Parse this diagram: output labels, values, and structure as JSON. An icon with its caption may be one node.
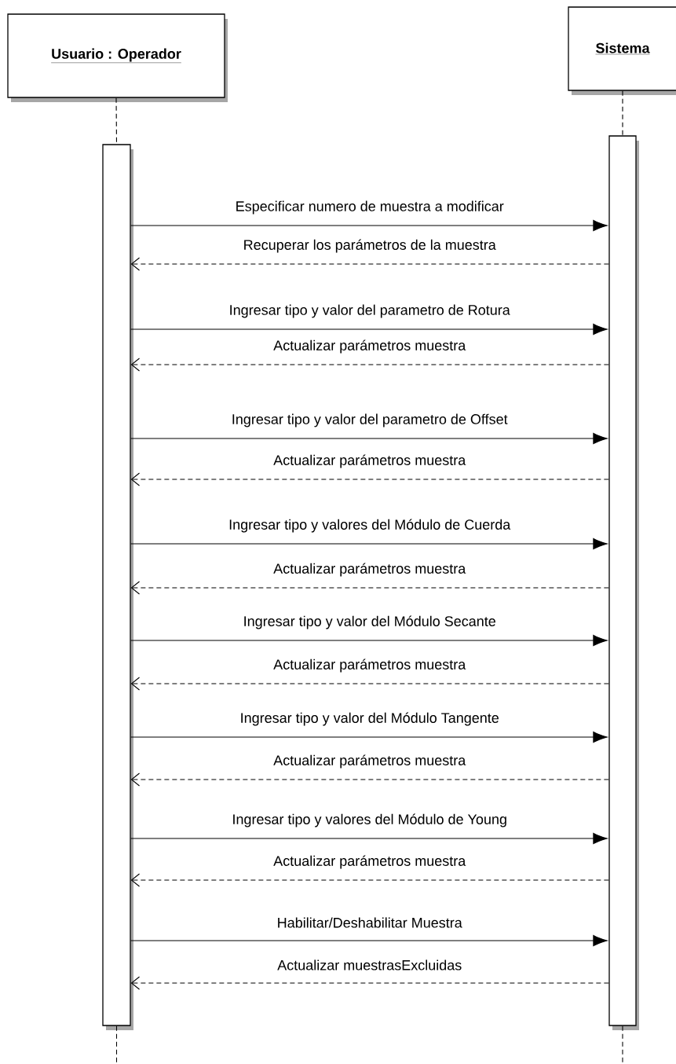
{
  "diagram": {
    "nodes": [
      {
        "text": [
          "Usuario : Operador"
        ]
      },
      {
        "text": [
          "Sistema"
        ]
      },
      {
        "text": [],
        "shape": "bar"
      },
      {
        "text": [],
        "shape": "bar"
      }
    ],
    "edges": [
      {
        "from": 0,
        "to": 2,
        "arrow": "none",
        "style": "dashed"
      },
      {
        "from": 1,
        "to": 3,
        "arrow": "none",
        "style": "dashed"
      },
      {
        "from": 2,
        "to": 3,
        "arrow": "to",
        "label": "Especificar numero de muestra a modificar"
      },
      {
        "from": 3,
        "to": 2,
        "arrow": "to",
        "style": "dashed",
        "label": "Recuperar los parámetros de la muestra"
      },
      {
        "from": 2,
        "to": 3,
        "arrow": "to",
        "label": "Ingresar tipo y valor del parametro de Rotura"
      },
      {
        "from": 3,
        "to": 2,
        "arrow": "to",
        "style": "dashed",
        "label": "Actualizar parámetros muestra"
      },
      {
        "from": 2,
        "to": 3,
        "arrow": "to",
        "label": "Ingresar tipo y valor del parametro de Offset"
      },
      {
        "from": 3,
        "to": 2,
        "arrow": "to",
        "style": "dashed",
        "label": "Actualizar parámetros muestra"
      },
      {
        "from": 2,
        "to": 3,
        "arrow": "to",
        "label": "Ingresar tipo y valores del Módulo de Cuerda"
      },
      {
        "from": 3,
        "to": 2,
        "arrow": "to",
        "style": "dashed",
        "label": "Actualizar parámetros muestra"
      },
      {
        "from": 2,
        "to": 3,
        "arrow": "to",
        "label": "Ingresar tipo y valor del Módulo Secante"
      },
      {
        "from": 3,
        "to": 2,
        "arrow": "to",
        "style": "dashed",
        "label": "Actualizar parámetros muestra"
      },
      {
        "from": 2,
        "to": 3,
        "arrow": "to",
        "label": "Ingresar tipo y valor del Módulo Tangente"
      },
      {
        "from": 3,
        "to": 2,
        "arrow": "to",
        "style": "dashed",
        "label": "Actualizar parámetros muestra"
      },
      {
        "from": 2,
        "to": 3,
        "arrow": "to",
        "label": "Ingresar tipo y valores del Módulo de Young"
      },
      {
        "from": 3,
        "to": 2,
        "arrow": "to",
        "style": "dashed",
        "label": "Actualizar parámetros muestra"
      },
      {
        "from": 2,
        "to": 3,
        "arrow": "to",
        "label": "Habilitar/Deshabilitar Muestra"
      },
      {
        "from": 3,
        "to": 2,
        "arrow": "to",
        "style": "dashed",
        "label": "Actualizar muestrasExcluidas"
      },
      {
        "from": 2,
        "to": null,
        "arrow": "none",
        "style": "dashed"
      },
      {
        "from": 3,
        "to": null,
        "arrow": "none",
        "style": "dashed"
      }
    ]
  }
}
